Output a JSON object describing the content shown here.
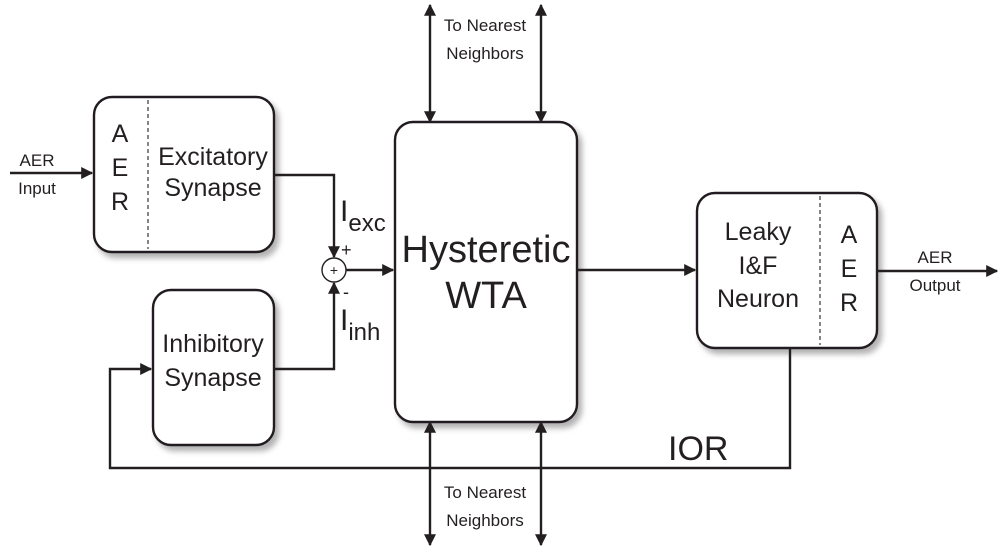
{
  "diagram": {
    "blocks": {
      "excitatory": {
        "aer": [
          "A",
          "E",
          "R"
        ],
        "label": [
          "Excitatory",
          "Synapse"
        ]
      },
      "inhibitory": {
        "label": [
          "Inhibitory",
          "Synapse"
        ]
      },
      "wta": {
        "label": [
          "Hysteretic",
          "WTA"
        ]
      },
      "neuron": {
        "label": [
          "Leaky",
          "I&F",
          "Neuron"
        ],
        "aer": [
          "A",
          "E",
          "R"
        ]
      }
    },
    "io": {
      "input": [
        "AER",
        "Input"
      ],
      "output": [
        "AER",
        "Output"
      ],
      "neighbors_top": [
        "To Nearest",
        "Neighbors"
      ],
      "neighbors_bottom": [
        "To Nearest",
        "Neighbors"
      ]
    },
    "signals": {
      "iexc": {
        "main": "I",
        "sub": "exc"
      },
      "iinh": {
        "main": "I",
        "sub": "inh"
      },
      "plus": "+",
      "minus": "-",
      "sum": "+",
      "ior": "IOR"
    }
  }
}
